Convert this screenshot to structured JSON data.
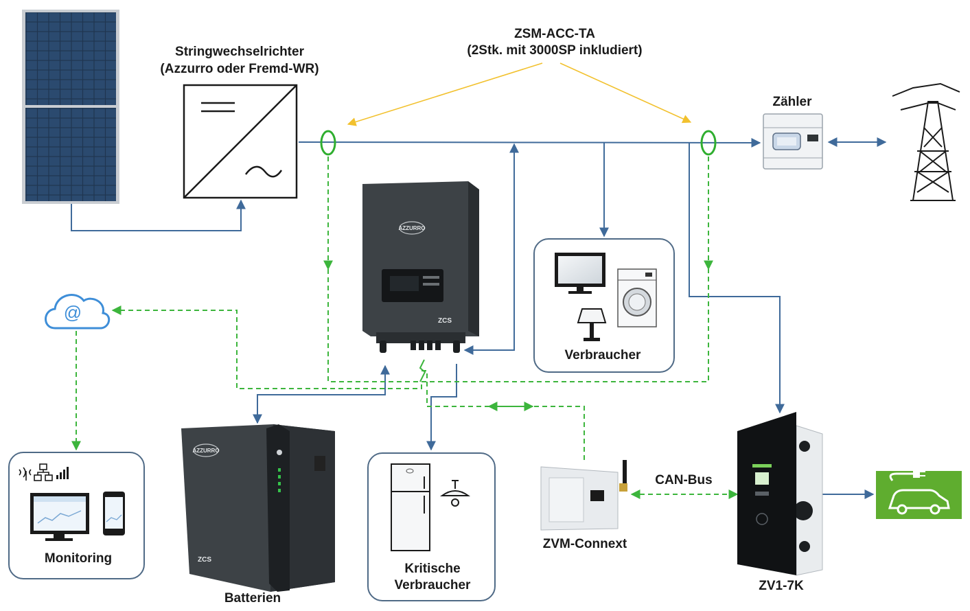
{
  "labels": {
    "stringwechselrichter": "Stringwechselrichter",
    "stringwechselrichter_sub": "(Azzurro oder Fremd-WR)",
    "zsm_title": "ZSM-ACC-TA",
    "zsm_sub": "(2Stk. mit 3000SP inkludiert)",
    "zaehler": "Zähler",
    "verbraucher": "Verbraucher",
    "monitoring": "Monitoring",
    "batterien": "Batterien",
    "kritische_line1": "Kritische",
    "kritische_line2": "Verbraucher",
    "zvm_connext": "ZVM-Connext",
    "can_bus": "CAN-Bus",
    "zv1": "ZV1-7K"
  },
  "device_marks": {
    "inverter_brand": "AZZURRO",
    "battery_brand": "AZZURRO",
    "zcs": "ZCS",
    "cloud_symbol": "@"
  },
  "colors": {
    "power_line": "#3f6a9a",
    "data_line": "#3cb53c",
    "ct_arrow": "#f2c12e",
    "ct_ring": "#2fae2f",
    "ev_green": "#5fad2f",
    "device_dark": "#3d4246",
    "box_border": "#4f6a86"
  },
  "icons": [
    "solar-panel-icon",
    "inverter-symbol-icon",
    "current-clamp-icon",
    "meter-icon",
    "pylon-icon",
    "cloud-icon",
    "tv-icon",
    "washing-machine-icon",
    "lamp-icon",
    "fridge-icon",
    "pendant-lamp-icon",
    "ev-car-icon",
    "wifi-icon",
    "network-icon",
    "signal-icon",
    "monitor-icon",
    "phone-icon"
  ]
}
